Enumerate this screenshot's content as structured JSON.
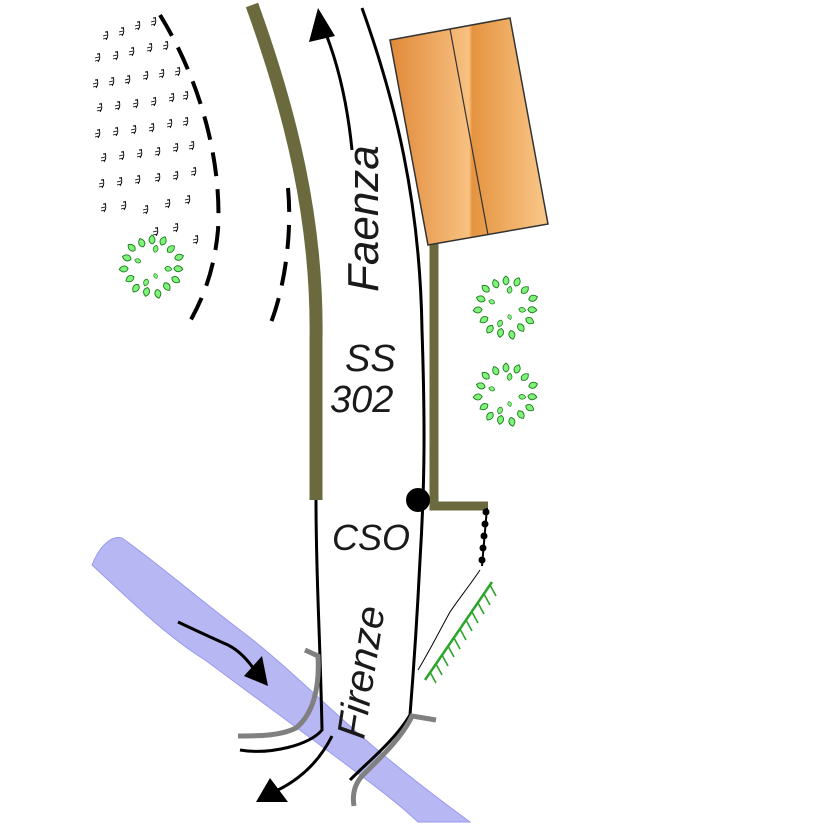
{
  "map": {
    "labels": {
      "destination_north": "Faenza",
      "road_line1": "SS",
      "road_line2": "302",
      "point_label": "CSO",
      "destination_south": "Firenze"
    },
    "icons": {
      "building": "building-icon",
      "tree": "tree-icon",
      "scrub": "scrub-vegetation-icon",
      "river": "river-icon",
      "bridge": "bridge-icon",
      "marker": "point-marker-icon"
    },
    "colors": {
      "road_edge": "#000000",
      "wall": "#6b6a3e",
      "building_fill": "#f0a050",
      "building_stroke": "#333333",
      "tree_leaf": "#7ef27a",
      "tree_stroke": "#1d7a1d",
      "river": "#b7b7f4",
      "bridge": "#808080",
      "hedge": "#2aa52a",
      "scrub": "#000000"
    }
  }
}
